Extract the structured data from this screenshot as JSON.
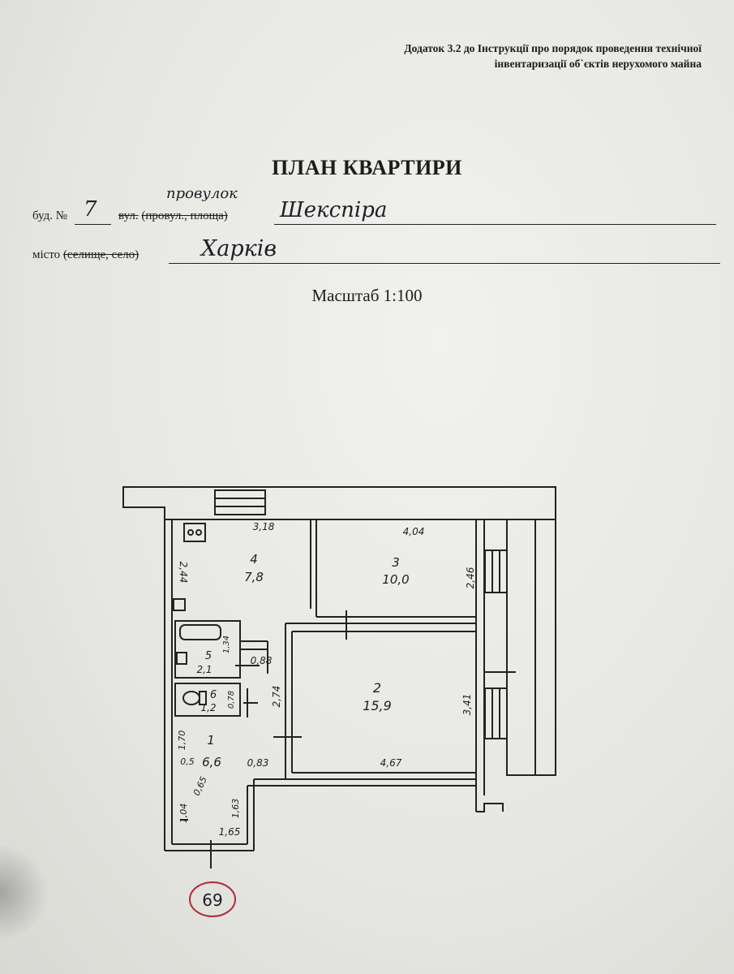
{
  "header": {
    "appendix_line1": "Додаток 3.2 до Інструкції про порядок проведення технічної",
    "appendix_line2": "інвентаризації об`єктів нерухомого майна"
  },
  "title": "ПЛАН КВАРТИРИ",
  "form": {
    "building_label": "буд. №",
    "building_number": "7",
    "street_label_prefix": "вул.",
    "street_label_strike": "(провул., площа)",
    "street_handwritten_above": "провулок",
    "street_name": "Шекспіра",
    "city_label_prefix": "місто",
    "city_label_strike": "(селище, село)",
    "city_name": "Харків"
  },
  "scale": "Масштаб 1:100",
  "rooms": [
    {
      "number": "4",
      "area": "7,8"
    },
    {
      "number": "3",
      "area": "10,0"
    },
    {
      "number": "2",
      "area": "15,9"
    },
    {
      "number": "5",
      "area": "2,1"
    },
    {
      "number": "6",
      "area": "1,2"
    },
    {
      "number": "1",
      "area": "6,6"
    }
  ],
  "dimensions": {
    "d_318": "3,18",
    "d_404": "4,04",
    "d_244": "2,44",
    "d_246": "2,46",
    "d_134": "1,34",
    "d_088": "0,88",
    "d_274": "2,74",
    "d_078": "0,78",
    "d_341": "3,41",
    "d_170": "1,70",
    "d_05": "0,5",
    "d_065": "0,65",
    "d_083": "0,83",
    "d_467": "4,67",
    "d_104": "1,04",
    "d_163": "1,63",
    "d_165": "1,65"
  },
  "page_number": "69"
}
